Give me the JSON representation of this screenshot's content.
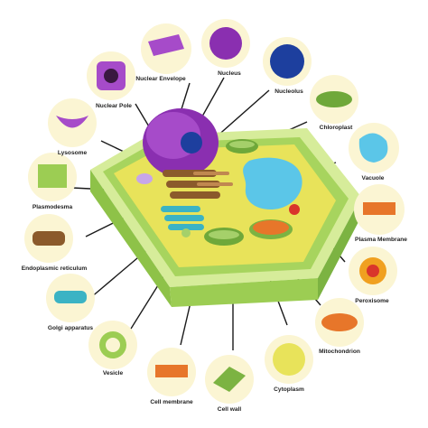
{
  "labels": {
    "nuclear_envelope": "Nuclear Envelope",
    "nucleus": "Nucleus",
    "nucleolus": "Nucleolus",
    "nuclear_pole": "Nuclear Pole",
    "chloroplast": "Chloroplast",
    "lysosome": "Lysosome",
    "vacuole": "Vacuole",
    "plasmodesma": "Plasmodesma",
    "plasma_membrane": "Plasma Membrane",
    "endoplasmic_reticulum": "Endoplasmic reticulum",
    "peroxisome": "Peroxisome",
    "golgi_apparatus": "Golgi apparatus",
    "mitochondrion": "Mitochondrion",
    "vesicle": "Vesicle",
    "cytoplasm": "Cytoplasm",
    "cell_membrane": "Cell membrane",
    "cell_wall": "Cell wall"
  },
  "colors": {
    "circle_bg": "#fbf5d3",
    "cell_wall": "#9ccd53",
    "cell_wall_dark": "#7cb342",
    "cell_wall_light": "#d6ec9a",
    "cytoplasm": "#e8e35a",
    "nucleus": "#8a2fb0",
    "nucleolus": "#1d3f9e",
    "vacuole": "#5bc6e8",
    "chloroplast": "#6fa83a",
    "mitochondrion": "#e7762a",
    "golgi": "#3bb3c4",
    "er": "#8b5a2b",
    "lysosome": "#a64bc9",
    "peroxisome": "#f0a020"
  }
}
